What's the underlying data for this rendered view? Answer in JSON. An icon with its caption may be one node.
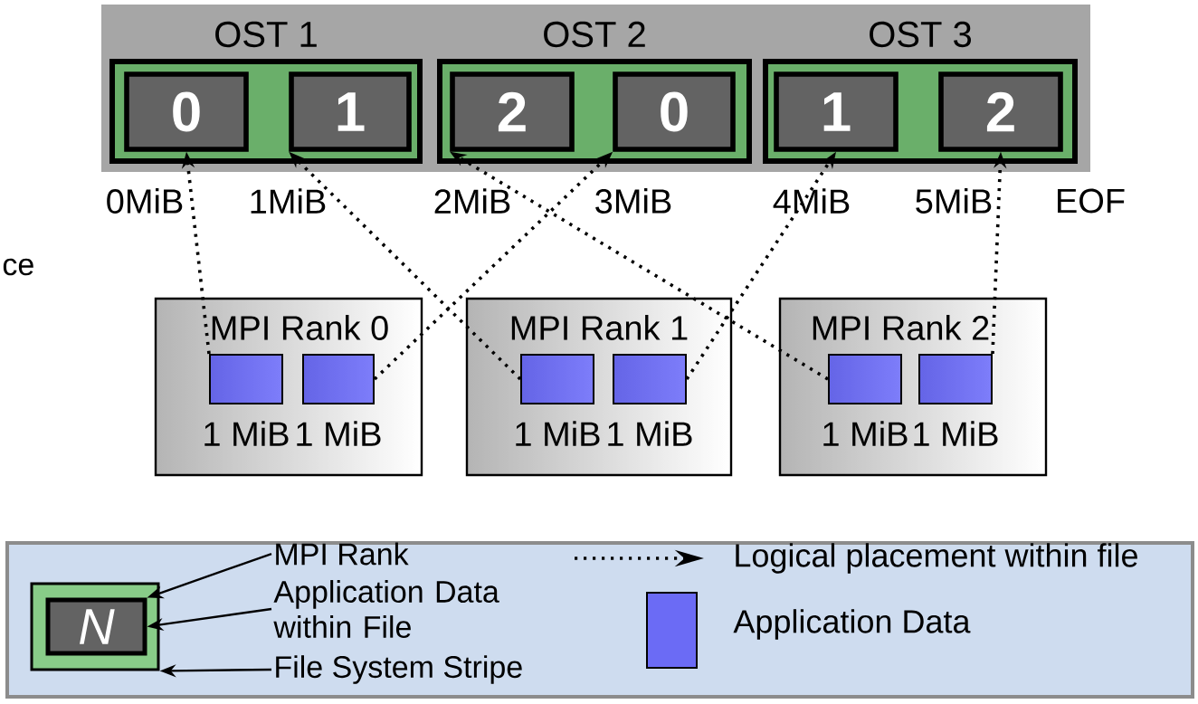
{
  "diagram": {
    "nodes": [
      {
        "text": [],
        "shape": "box"
      },
      {
        "text": [
          "OST 1"
        ],
        "in": 0
      },
      {
        "text": [
          "0"
        ],
        "in": 1
      },
      {
        "text": [
          "1"
        ],
        "in": 1
      },
      {
        "text": [
          "OST 2"
        ],
        "in": 0
      },
      {
        "text": [
          "2"
        ],
        "in": 4
      },
      {
        "text": [
          "0"
        ],
        "in": 4
      },
      {
        "text": [
          "OST 3"
        ],
        "in": 0
      },
      {
        "text": [
          "1"
        ],
        "in": 7
      },
      {
        "text": [
          "2"
        ],
        "in": 7
      },
      {
        "text": [
          "MPI Rank 0"
        ]
      },
      {
        "text": [],
        "shape": "box",
        "beside": [
          "1 MiB"
        ],
        "in": 10
      },
      {
        "text": [],
        "shape": "box",
        "beside": [
          "1 MiB"
        ],
        "in": 10
      },
      {
        "text": [
          "MPI Rank 1"
        ]
      },
      {
        "text": [],
        "shape": "box",
        "beside": [
          "1 MiB"
        ],
        "in": 13
      },
      {
        "text": [],
        "shape": "box",
        "beside": [
          "1 MiB"
        ],
        "in": 13
      },
      {
        "text": [
          "MPI Rank 2"
        ]
      },
      {
        "text": [],
        "shape": "box",
        "beside": [
          "1 MiB"
        ],
        "in": 16
      },
      {
        "text": [],
        "shape": "box",
        "beside": [
          "1 MiB"
        ],
        "in": 16
      },
      {
        "text": [],
        "shape": "box"
      },
      {
        "text": [],
        "shape": "box",
        "in": 19
      },
      {
        "text": [
          "N"
        ],
        "in": 20
      },
      {
        "text": [
          "MPI Rank"
        ],
        "in": 19
      },
      {
        "text": [
          "Application Data within File"
        ],
        "in": 19
      },
      {
        "text": [
          "File System Stripe"
        ],
        "in": 19
      }
    ],
    "edges": [
      {
        "from": 11,
        "to": 2,
        "arrow": "to",
        "style": "dashed"
      },
      {
        "from": 12,
        "to": 6,
        "arrow": "to",
        "style": "dashed"
      },
      {
        "from": 14,
        "to": 3,
        "arrow": "to",
        "style": "dashed"
      },
      {
        "from": 15,
        "to": 8,
        "arrow": "to",
        "style": "dashed"
      },
      {
        "from": 17,
        "to": 5,
        "arrow": "to",
        "style": "dashed"
      },
      {
        "from": 18,
        "to": 9,
        "arrow": "to",
        "style": "dashed"
      },
      {
        "from": 22,
        "to": 21,
        "arrow": "to"
      },
      {
        "from": 23,
        "to": 21,
        "arrow": "to"
      },
      {
        "from": 24,
        "to": 20,
        "arrow": "to"
      }
    ],
    "labels": [
      "0MiB",
      "1MiB",
      "2MiB",
      "3MiB",
      "4MiB",
      "5MiB",
      "EOF",
      "ce"
    ],
    "legend": [
      {
        "text": "Logical placement within file"
      },
      {
        "text": "Application Data",
        "color": "#6b6bf5"
      }
    ]
  }
}
